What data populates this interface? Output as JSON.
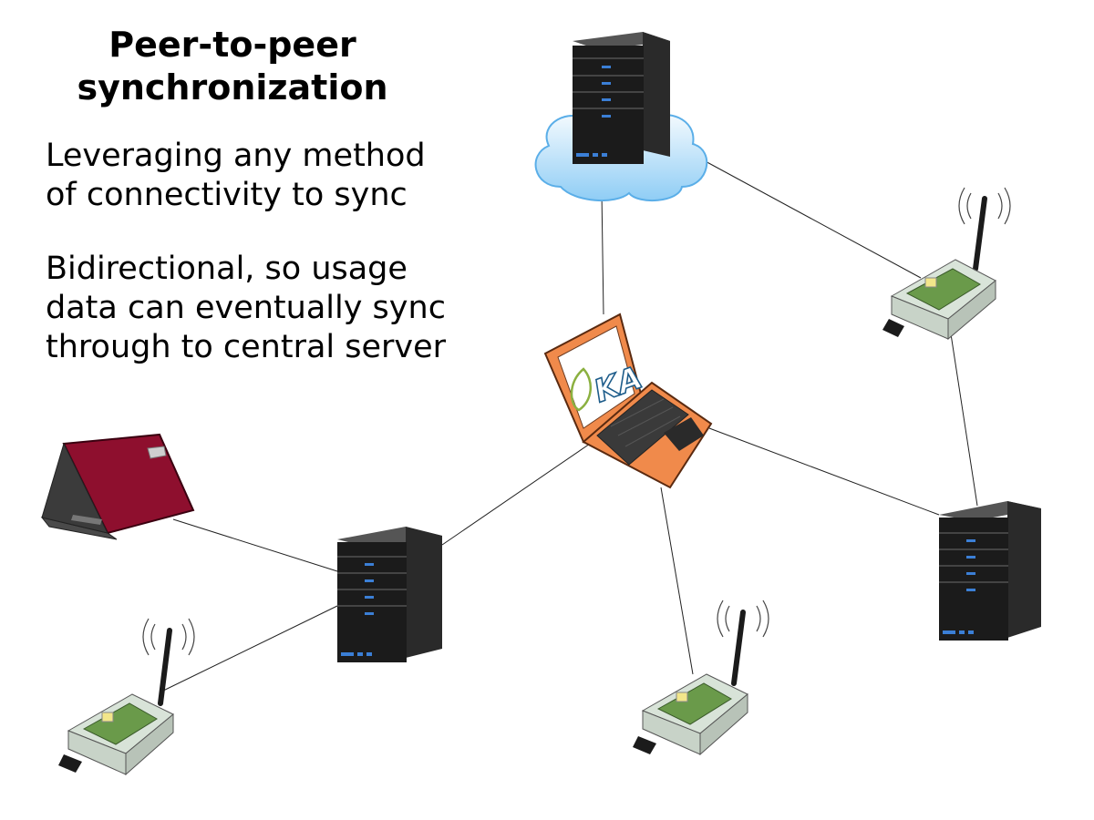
{
  "title": {
    "line1": "Peer-to-peer",
    "line2": "synchronization"
  },
  "points": [
    {
      "line1": "Leveraging any method",
      "line2": "of connectivity to sync"
    },
    {
      "line1": "Bidirectional, so usage",
      "line2": "data can eventually sync",
      "line3": "through to central server"
    }
  ],
  "logo": {
    "text": "KA"
  },
  "colors": {
    "server_body": "#1b1b1b",
    "server_led": "#3b7fd6",
    "cloud": "#bfe3fb",
    "laptop_orange": "#f08a4b",
    "laptop_red": "#8e0f2e",
    "board_green": "#6a9a4a",
    "logo_blue": "#1d5c8a",
    "logo_leaf": "#8bb040"
  }
}
